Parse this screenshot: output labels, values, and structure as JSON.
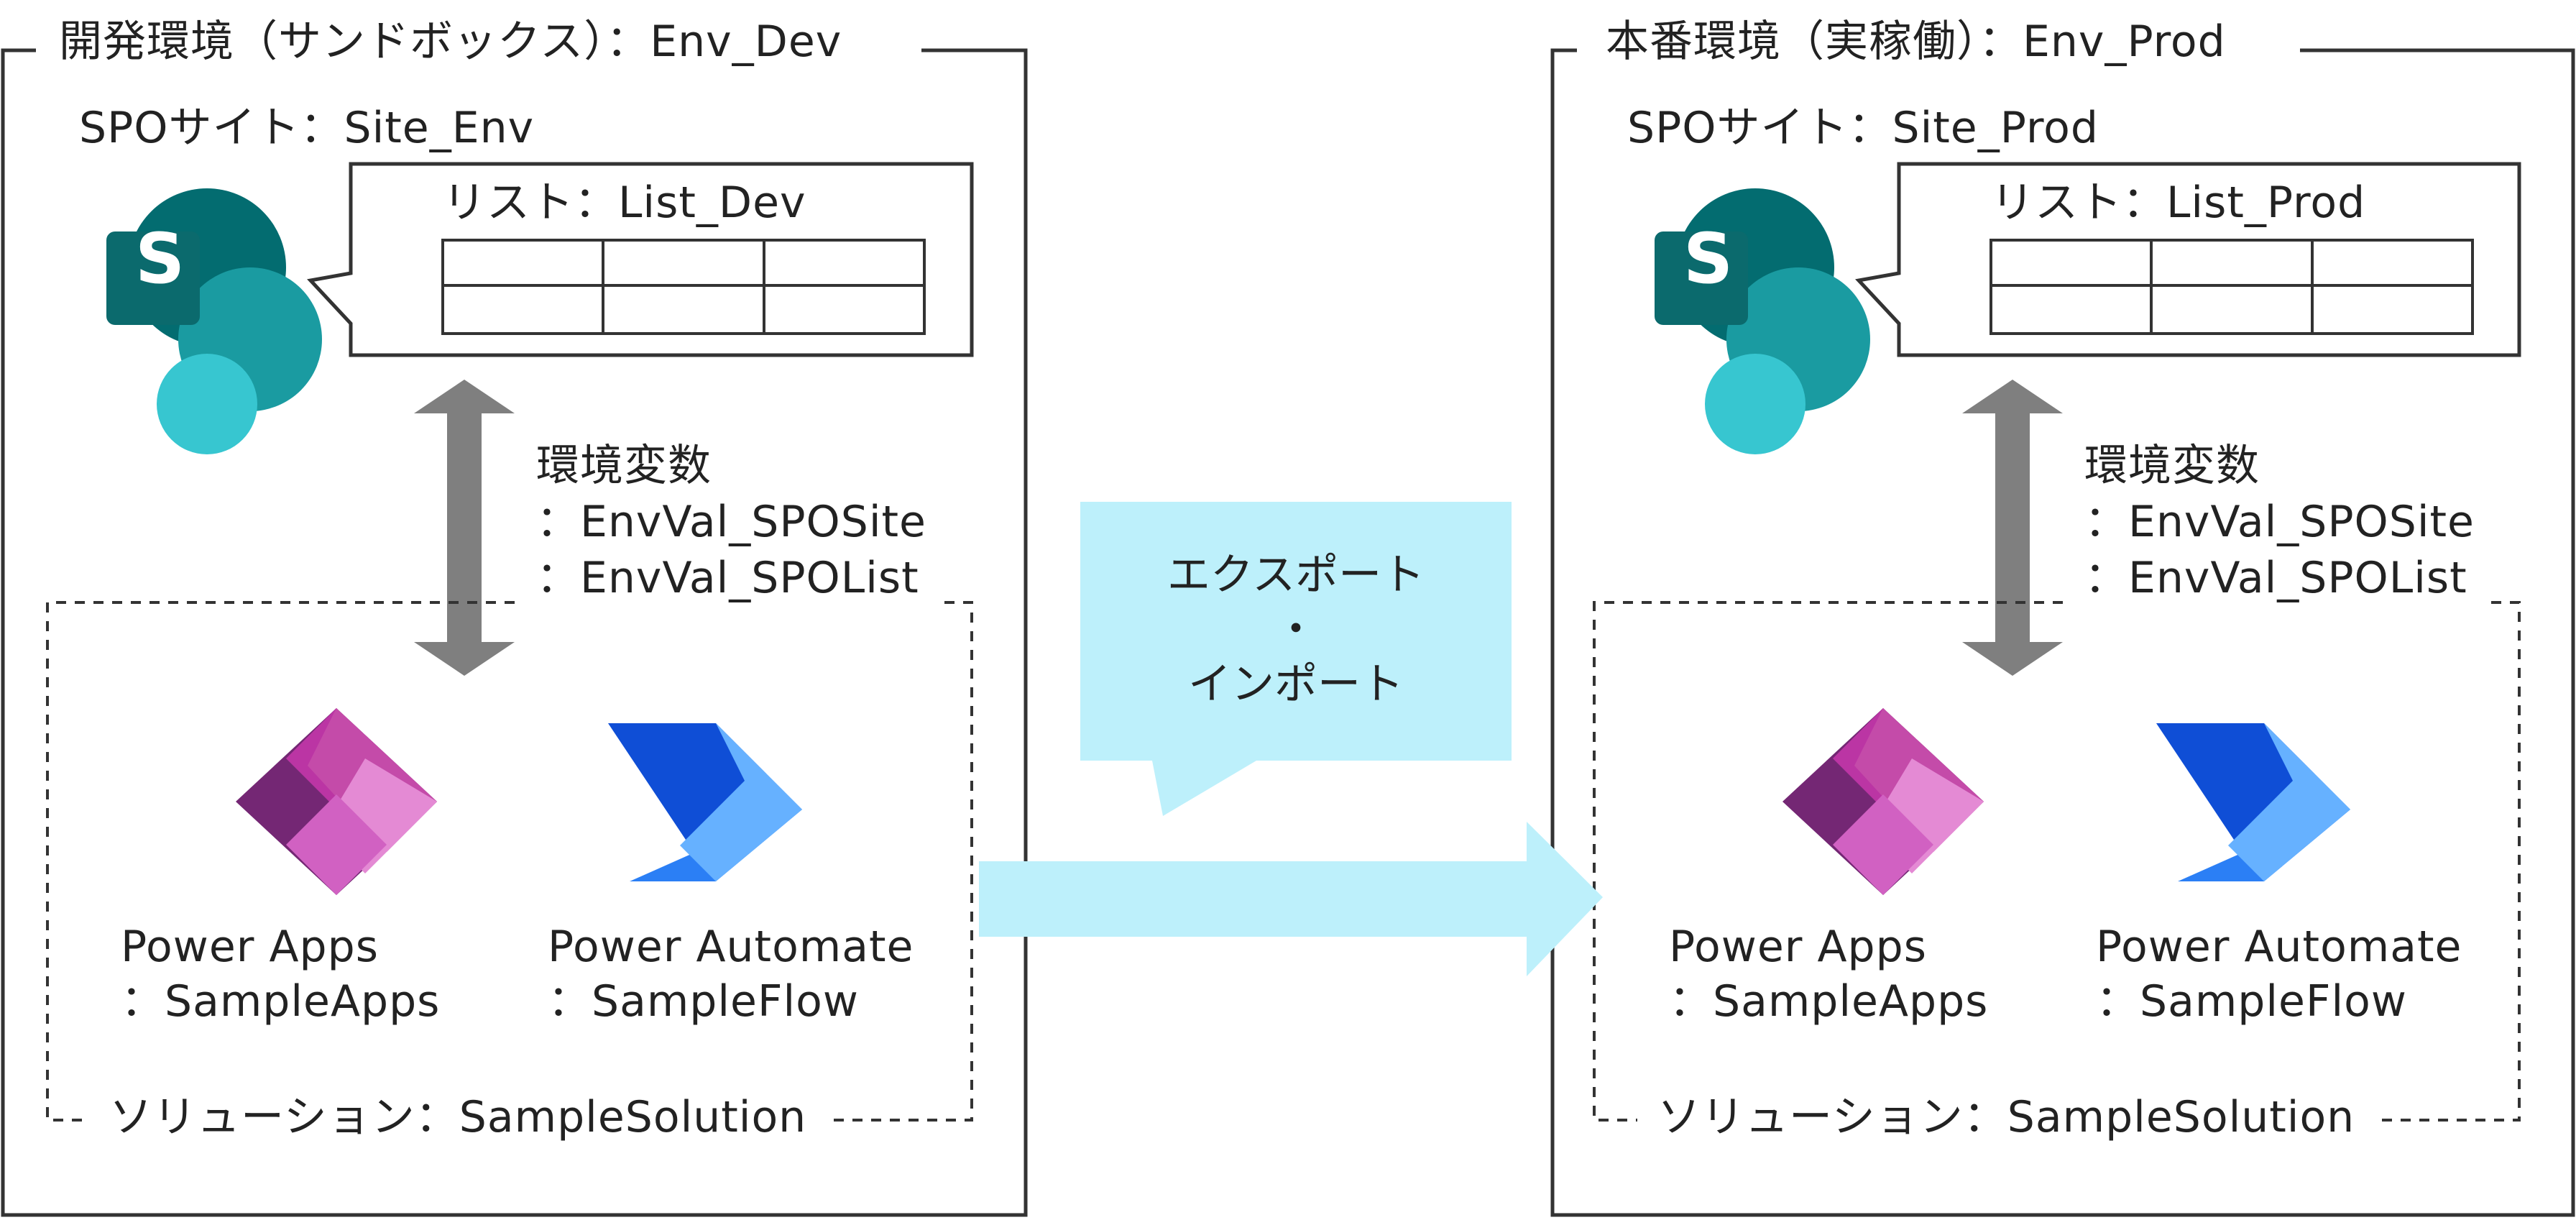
{
  "environments": [
    {
      "title": "開発環境（サンドボックス）：Env_Dev",
      "site_label": "SPOサイト：Site_Env",
      "list_label": "リスト：List_Dev",
      "env_var_title": "環境変数",
      "env_var_site": "：EnvVal_SPOSite",
      "env_var_list": "：EnvVal_SPOList",
      "apps_name": "Power Apps",
      "apps_value": "：SampleApps",
      "flow_name": "Power Automate",
      "flow_value": "：SampleFlow",
      "solution_label": "ソリューション：SampleSolution",
      "sharepoint_letter": "S"
    },
    {
      "title": "本番環境（実稼働）：Env_Prod",
      "site_label": "SPOサイト：Site_Prod",
      "list_label": "リスト：List_Prod",
      "env_var_title": "環境変数",
      "env_var_site": "：EnvVal_SPOSite",
      "env_var_list": "：EnvVal_SPOList",
      "apps_name": "Power Apps",
      "apps_value": "：SampleApps",
      "flow_name": "Power Automate",
      "flow_value": "：SampleFlow",
      "solution_label": "ソリューション：SampleSolution",
      "sharepoint_letter": "S"
    }
  ],
  "transfer": {
    "line1": "エクスポート",
    "line2": "・",
    "line3": "インポート"
  },
  "colors": {
    "border": "#333333",
    "arrow_gray": "#7f7f7f",
    "export_fill": "#bdf0fb",
    "callout_fill": "#bdf0fb",
    "sharepoint_dark": "#036c70",
    "sharepoint_mid": "#1a9ba1",
    "sharepoint_light": "#37c6d0",
    "powerapps_dark": "#742774",
    "powerapps_mid": "#bb35a4",
    "powerapps_light": "#e48ad4",
    "automate_dark": "#0f4ed6",
    "automate_mid": "#2b7ff5",
    "automate_light": "#66b1ff"
  }
}
